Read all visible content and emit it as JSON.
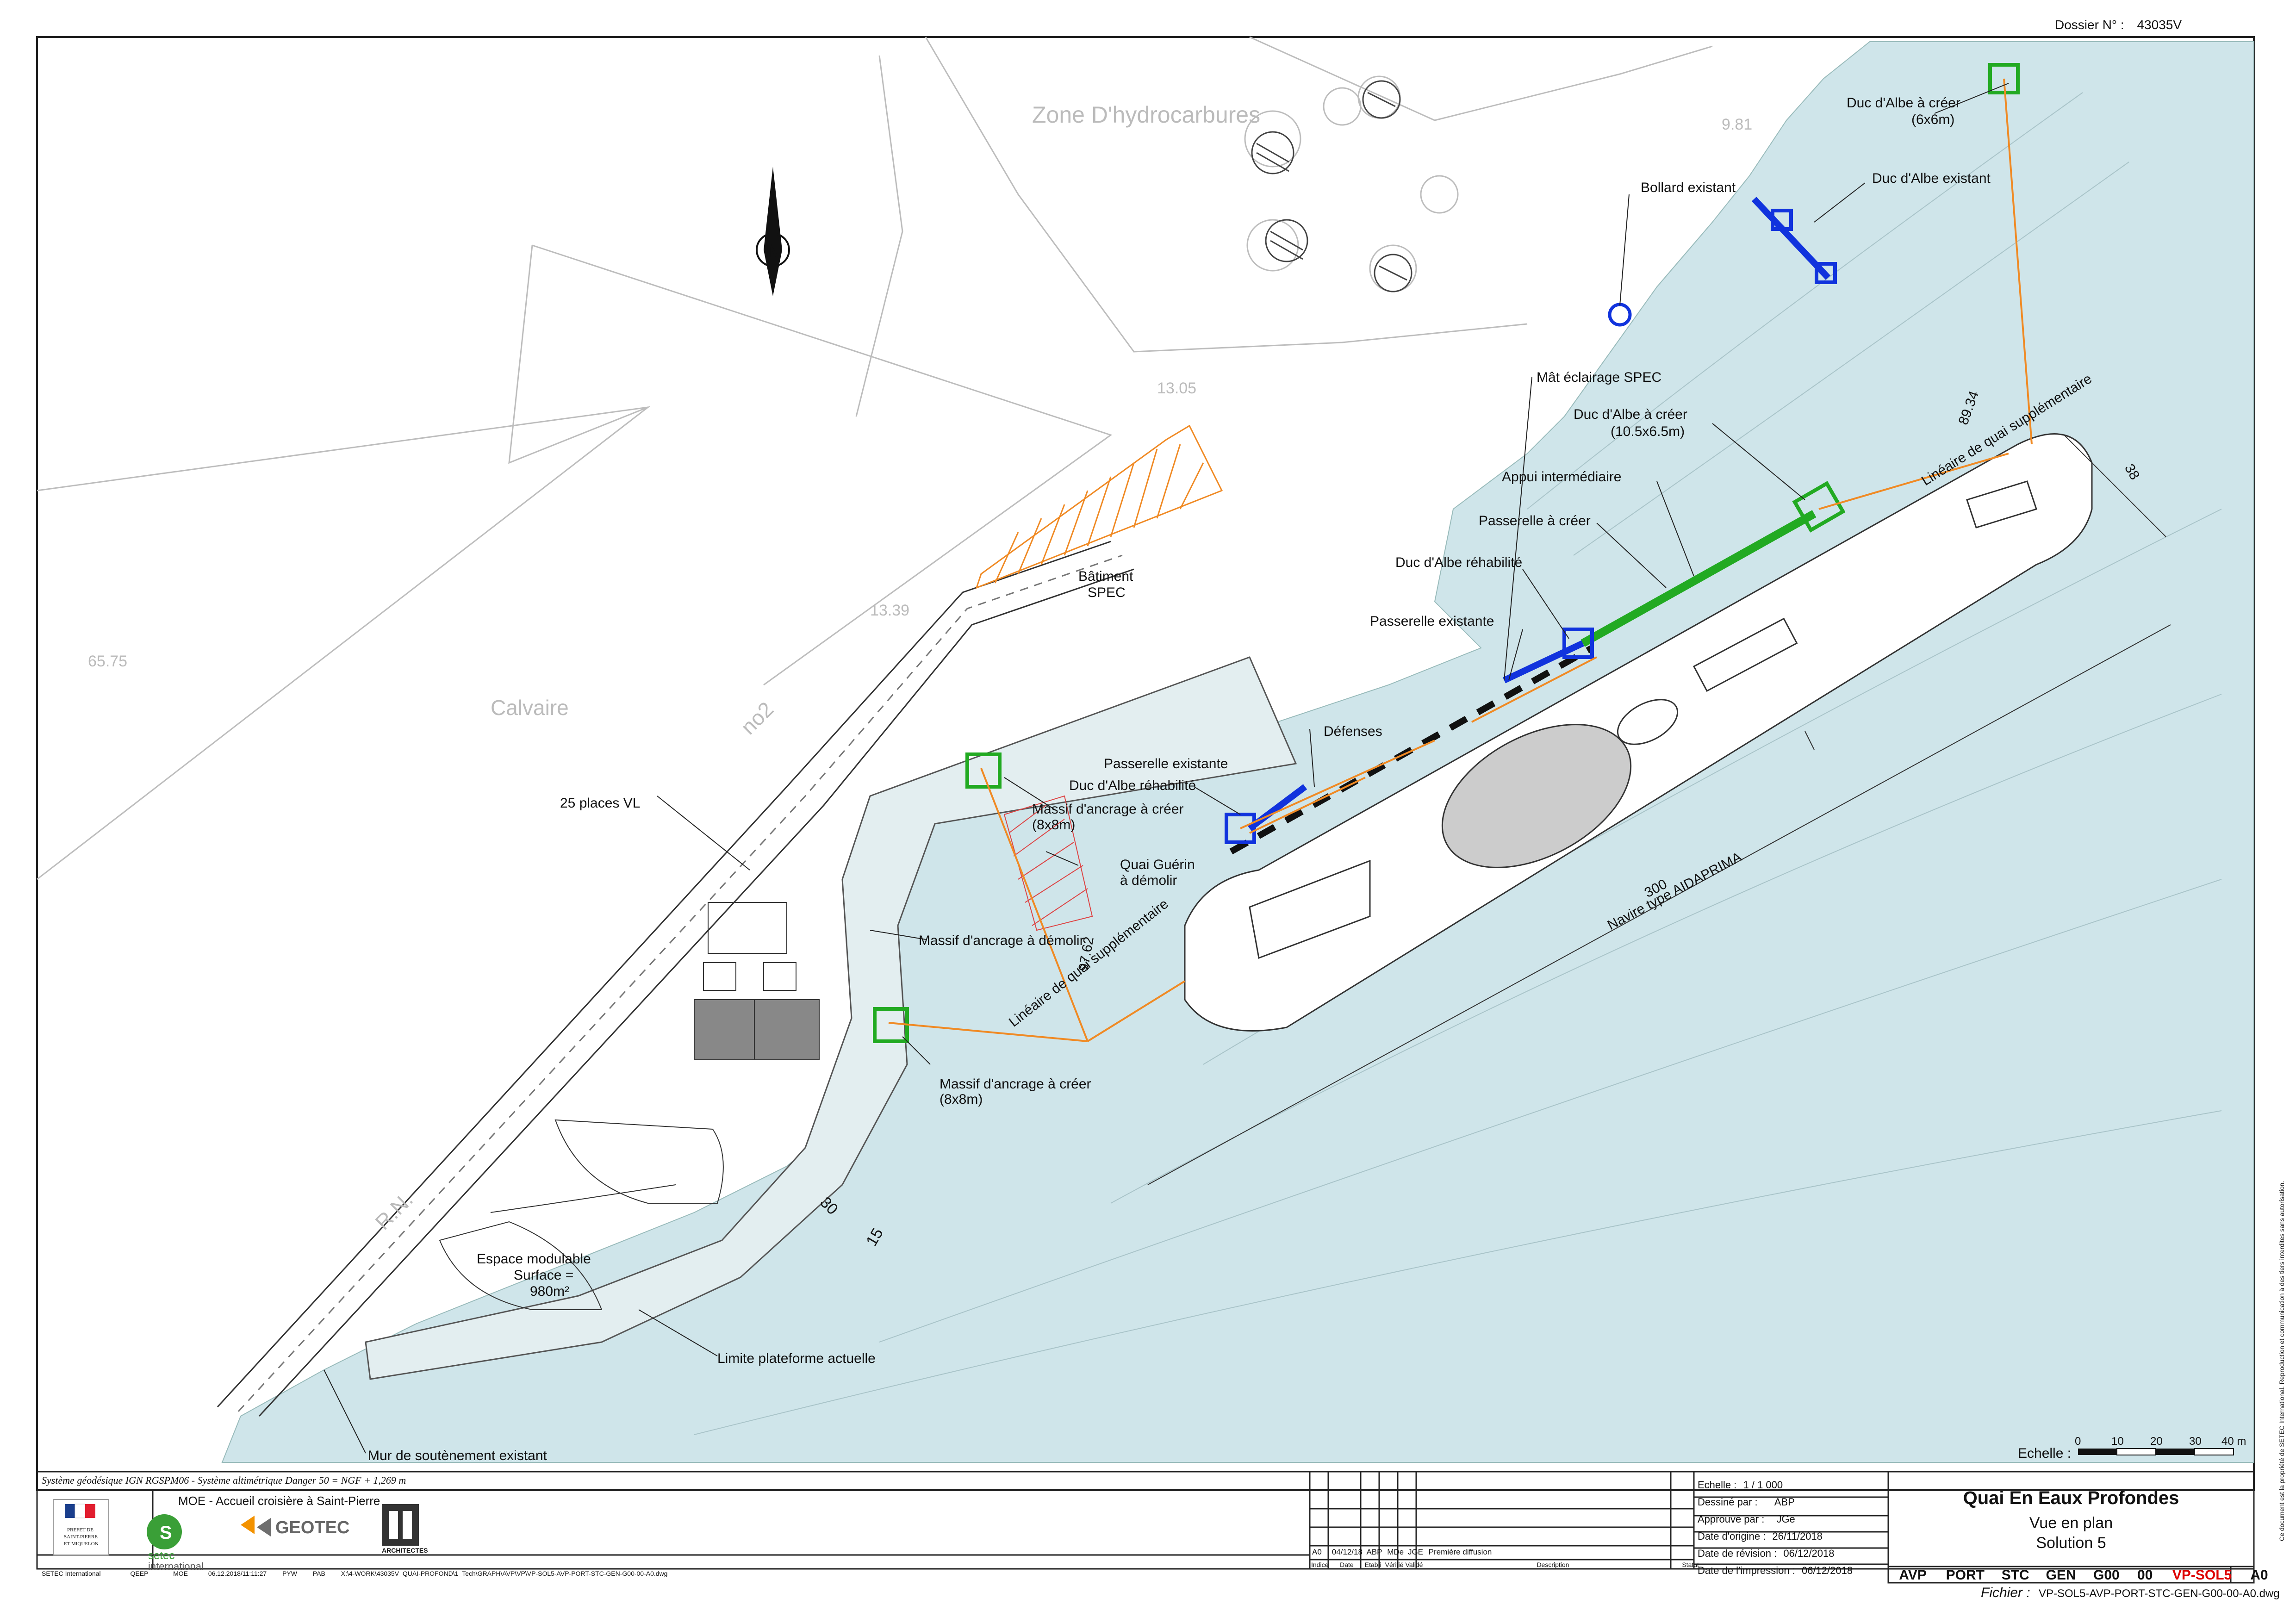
{
  "dossier": {
    "label": "Dossier N° :",
    "value": "43035V"
  },
  "map_text": {
    "zone_hydrocarbures": "Zone D'hydrocarbures",
    "calvaire": "Calvaire",
    "road_no2": "no2",
    "road_rn": "R.N.",
    "level_981": "9.81",
    "level_1305": "13.05",
    "level_1339": "13.39",
    "level_6575": "65.75"
  },
  "annotations": {
    "duc_albe_creer_top": "Duc d'Albe à créer",
    "duc_albe_creer_top_dim": "(6x6m)",
    "duc_albe_existant": "Duc d'Albe existant",
    "bollard_existant": "Bollard existant",
    "mat_eclairage": "Mât éclairage SPEC",
    "duc_albe_creer_mid": "Duc d'Albe à créer",
    "duc_albe_creer_mid_dim": "(10.5x6.5m)",
    "appui_intermediaire": "Appui intermédiaire",
    "passerelle_creer": "Passerelle à créer",
    "duc_albe_rehab_1": "Duc d'Albe réhabilité",
    "passerelle_existante_1": "Passerelle existante",
    "defenses": "Défenses",
    "batiment_spec_1": "Bâtiment",
    "batiment_spec_2": "SPEC",
    "places_vl": "25 places VL",
    "passerelle_existante_2": "Passerelle existante",
    "duc_albe_rehab_2": "Duc d'Albe réhabilité",
    "massif_creer_1": "Massif d'ancrage à créer",
    "massif_creer_1_dim": "(8x8m)",
    "quai_guerin_1": "Quai Guérin",
    "quai_guerin_2": "à démolir",
    "massif_demolir": "Massif d'ancrage à démolir",
    "massif_creer_2": "Massif d'ancrage à créer",
    "massif_creer_2_dim": "(8x8m)",
    "espace_modulable": "Espace modulable",
    "surface_label": "Surface =",
    "surface_value": "980m²",
    "limite_plateforme": "Limite plateforme actuelle",
    "mur_soutenement": "Mur de soutènement existant",
    "lineaire_top": "Linéaire de quai supplémentaire",
    "lineaire_top_value": "89.34",
    "dim_38": "38",
    "lineaire_bottom": "Linéaire de quai supplémentaire",
    "lineaire_bottom_value": "97.62",
    "navire_value": "300",
    "navire_label": "Navire type AIDAPRIMA",
    "dim_30": "30",
    "dim_15": "15",
    "north": "N"
  },
  "scale_bar": {
    "label": "Echelle :",
    "ticks": [
      "0",
      "10",
      "20",
      "30",
      "40 m"
    ]
  },
  "side_note": "Ce document est la propriété de SETEC International. Reproduction et communication à des tiers interdites sans autorisation.",
  "footer": {
    "systeme": "Système géodésique IGN RGSPM06 - Système altimétrique Danger 50 = NGF + 1,269 m",
    "moe": "MOE - Accueil croisière à Saint-Pierre",
    "prefet": [
      "PREFET DE",
      "SAINT-PIERRE",
      "ET MIQUELON"
    ],
    "logos": {
      "setec_1": "setec",
      "setec_2": "international",
      "geotec": "GEOTEC",
      "archi": "ARCHITECTES"
    },
    "path_row": [
      "SETEC International",
      "QEEP",
      "MOE",
      "06.12.2018/11:11:27",
      "PYW",
      "PAB",
      "X:\\4-WORK\\43035V_QUAI-PROFOND\\1_Tech\\GRAPH\\AVP\\VP\\VP-SOL5-AVP-PORT-STC-GEN-G00-00-A0.dwg"
    ],
    "revision_row": [
      "A0",
      "04/12/18",
      "ABP",
      "MDe",
      "JGE",
      "Première diffusion"
    ],
    "revision_headers": [
      "Indice",
      "Date",
      "Etabli",
      "Vérifié",
      "Validé",
      "Description",
      "Statut"
    ],
    "info": {
      "echelle_label": "Echelle :",
      "echelle_value": "1 / 1 000",
      "dessine_label": "Dessiné par :",
      "dessine_value": "ABP",
      "approuve_label": "Approuvé par :",
      "approuve_value": "JGe",
      "origine_label": "Date d'origine :",
      "origine_value": "26/11/2018",
      "revision_label": "Date de révision :",
      "revision_value": "06/12/2018",
      "impression_label": "Date de l'impression :",
      "impression_value": "06/12/2018"
    },
    "title": {
      "line1": "Quai En Eaux Profondes",
      "line2": "Vue en plan",
      "line3": "Solution 5"
    },
    "codes": [
      "AVP",
      "PORT",
      "STC",
      "GEN",
      "G00",
      "00",
      "VP-SOL5",
      "A0"
    ],
    "fichier_label": "Fichier :",
    "fichier_value": "VP-SOL5-AVP-PORT-STC-GEN-G00-00-A0.dwg"
  },
  "colors": {
    "water": "#cfe5ea",
    "new_green": "#22aa22",
    "existing_blue": "#1133dd",
    "orange": "#f08a24",
    "code_red": "#dd0000"
  }
}
